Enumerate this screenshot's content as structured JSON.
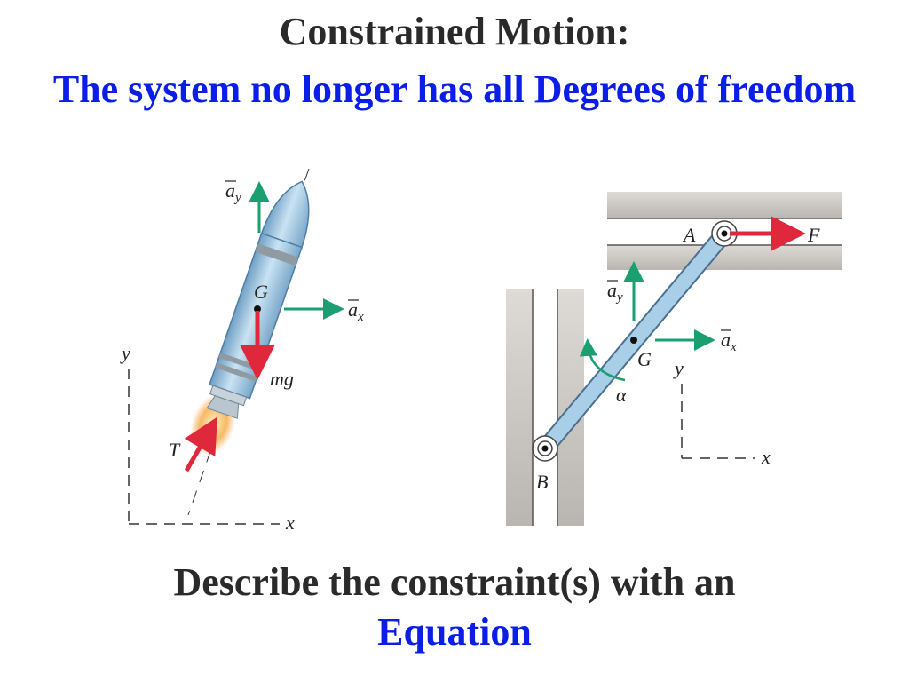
{
  "heading": {
    "line1": "Constrained Motion:",
    "line2": "The system no longer has all Degrees of freedom"
  },
  "footer": {
    "line1": "Describe the constraint(s) with an",
    "line2": "Equation"
  },
  "rocket_figure": {
    "label_ay": "a",
    "label_ay_sub": "y",
    "label_ax": "a",
    "label_ax_sub": "x",
    "label_G": "G",
    "label_mg": "mg",
    "label_T": "T",
    "axis_y": "y",
    "axis_x": "x"
  },
  "rod_figure": {
    "label_A": "A",
    "label_F": "F",
    "label_B": "B",
    "label_G": "G",
    "label_ay": "a",
    "label_ay_sub": "y",
    "label_ax": "a",
    "label_ax_sub": "x",
    "label_alpha": "α",
    "axis_y": "y",
    "axis_x": "x"
  },
  "colors": {
    "title_dark": "#2a2a2a",
    "title_blue": "#0a1ee8",
    "force_red": "#e0283c",
    "accel_green": "#1aa070",
    "rocket_body": "#a9cfe8",
    "rail_gray": "#c9c6c2"
  }
}
